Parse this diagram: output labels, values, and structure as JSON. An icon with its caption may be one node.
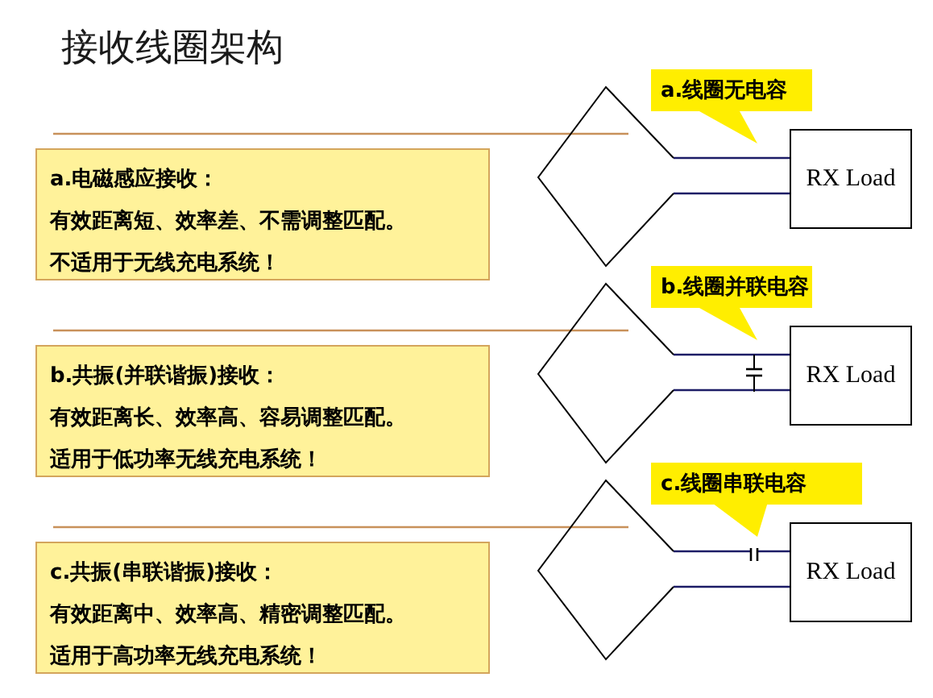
{
  "diagram": {
    "title": "接收线圈架构",
    "nodes": [
      {
        "text": [
          "a.电磁感应接收：",
          "有效距离短、效率差、不需调整匹配。",
          "不适用于无线充电系统！"
        ]
      },
      {
        "text": [
          "a.线圈无电容"
        ]
      },
      {
        "text": [],
        "shape": "diamond"
      },
      {
        "text": [
          "RX Load"
        ]
      },
      {
        "text": [
          "b.共振(并联谐振)接收：",
          "有效距离长、效率高、容易调整匹配。",
          "适用于低功率无线充电系统！"
        ]
      },
      {
        "text": [
          "b.线圈并联电容"
        ]
      },
      {
        "text": [],
        "shape": "diamond"
      },
      {
        "text": [
          "RX Load"
        ]
      },
      {
        "text": [
          "c.共振(串联谐振)接收：",
          "有效距离中、效率高、精密调整匹配。",
          "适用于高功率无线充电系统！"
        ]
      },
      {
        "text": [
          "c.线圈串联电容"
        ]
      },
      {
        "text": [],
        "shape": "diamond"
      },
      {
        "text": [
          "RX Load"
        ]
      }
    ],
    "edges": [
      {
        "from": 2,
        "to": 3,
        "arrow": "none"
      },
      {
        "from": 2,
        "to": 3,
        "arrow": "none"
      },
      {
        "from": 6,
        "to": 7,
        "arrow": "none"
      },
      {
        "from": 6,
        "to": 7,
        "arrow": "none"
      },
      {
        "from": 10,
        "to": 11,
        "arrow": "none"
      },
      {
        "from": 10,
        "to": 11,
        "arrow": "none"
      }
    ]
  }
}
